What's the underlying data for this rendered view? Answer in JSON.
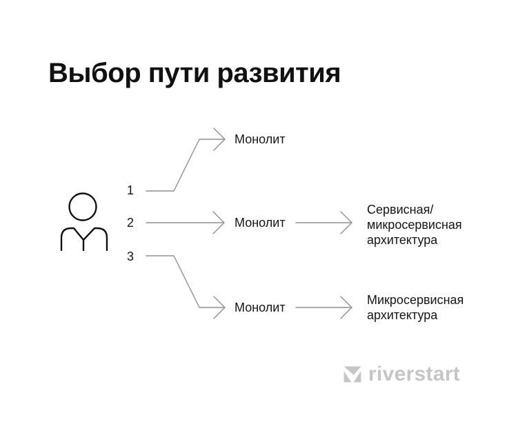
{
  "title": "Выбор пути развития",
  "colors": {
    "background": "#ffffff",
    "text": "#151515",
    "title_text": "#111111",
    "connector_line": "#8f8f8f",
    "person_icon": "#111111",
    "logo_gray": "#c5c5c5"
  },
  "diagram": {
    "actor_icon": "person-icon",
    "options": [
      {
        "number": "1",
        "node": "Монолит",
        "result_lines": []
      },
      {
        "number": "2",
        "node": "Монолит",
        "result_lines": [
          "Сервисная/",
          "микросервисная",
          "архитектура"
        ]
      },
      {
        "number": "3",
        "node": "Монолит",
        "result_lines": [
          "Микросервисная",
          "архитектура"
        ]
      }
    ]
  },
  "branding": {
    "logo_text": "riverstart"
  }
}
